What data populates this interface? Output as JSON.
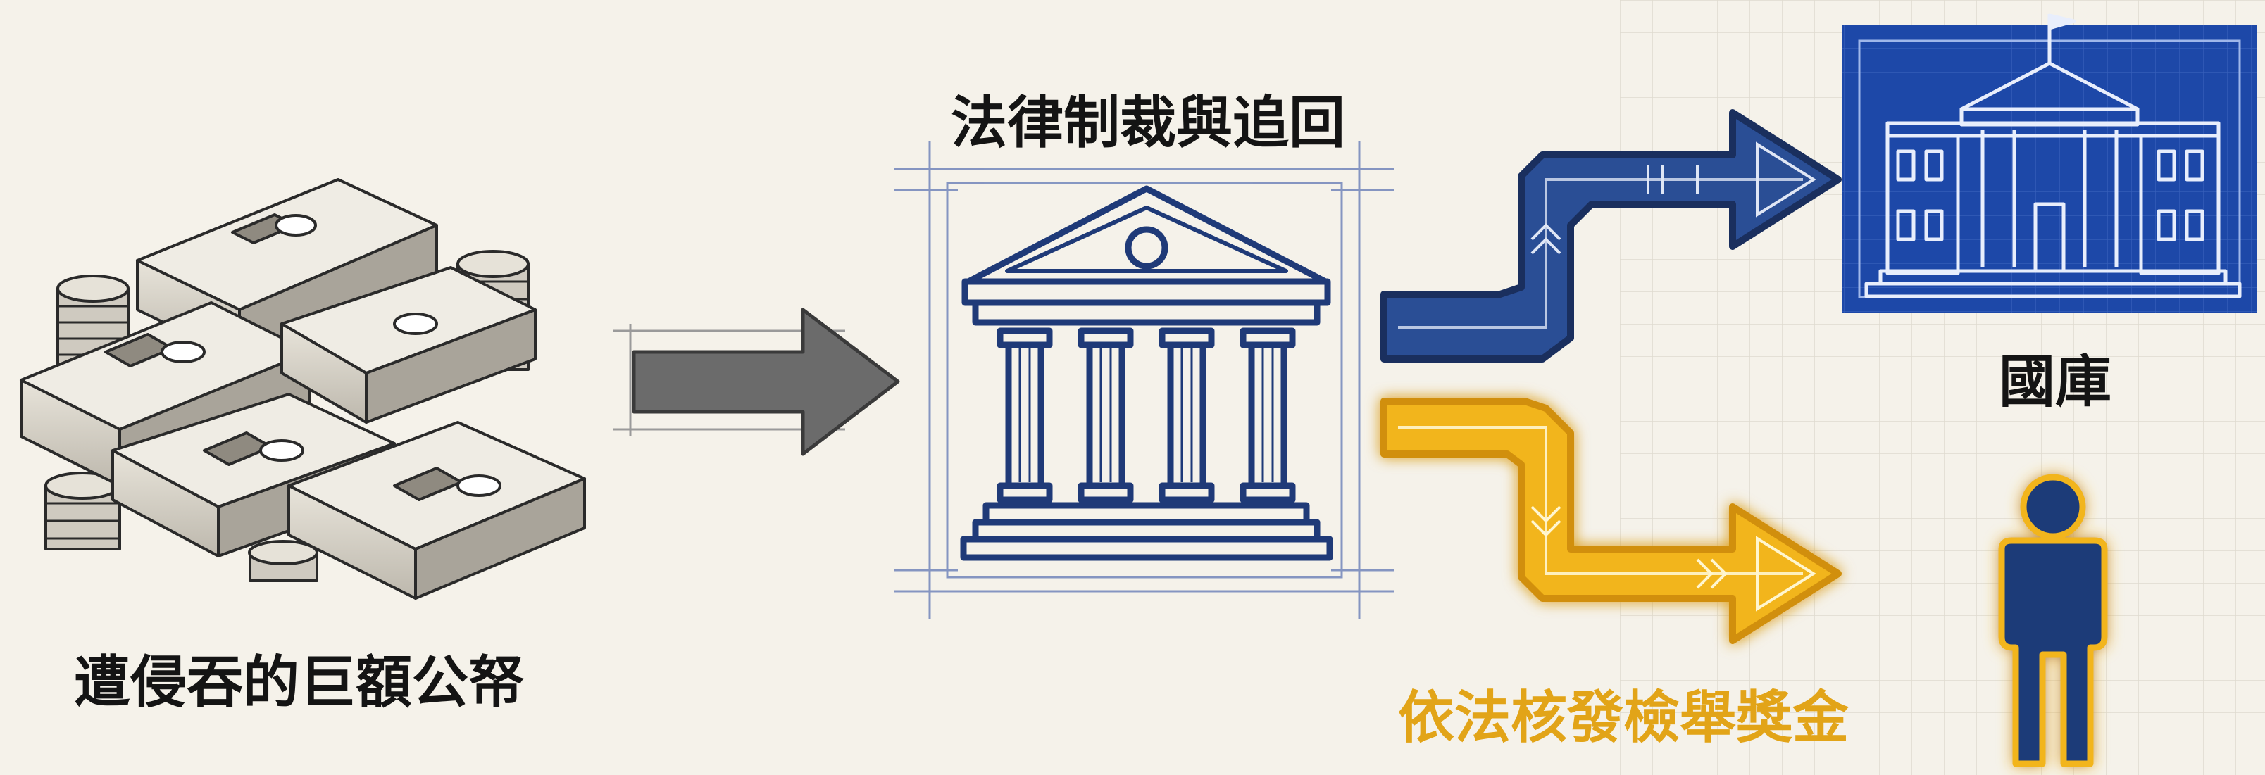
{
  "labels": {
    "money": "遭侵吞的巨額公帑",
    "court": "法律制裁與追回",
    "treasury": "國庫",
    "reward": "依法核發檢舉獎金"
  },
  "colors": {
    "background": "#f5f2ea",
    "ink": "#141414",
    "gray_arrow": "#6b6b6b",
    "navy": "#1f3a78",
    "blueprint": "#1d48a8",
    "gold": "#f2b51c",
    "gold_text": "#e2a418"
  },
  "icons": {
    "money": "money-stack-icon",
    "court": "courthouse-icon",
    "treasury": "treasury-building-icon",
    "person": "person-icon"
  }
}
